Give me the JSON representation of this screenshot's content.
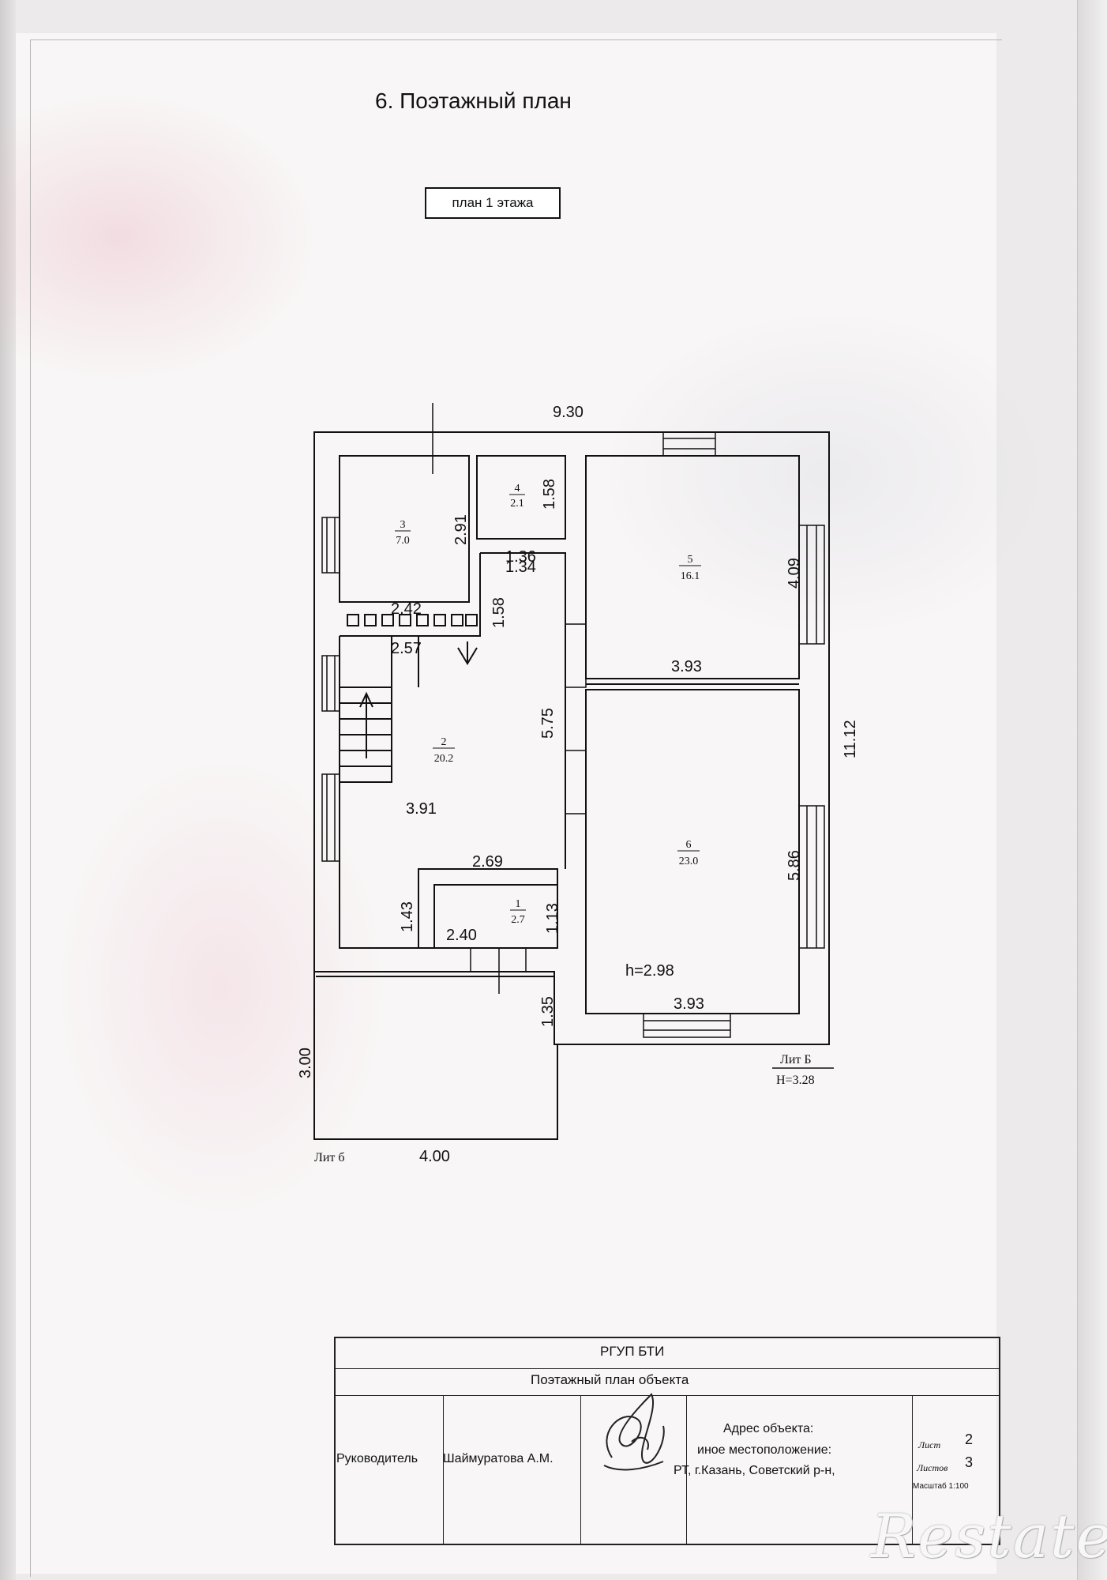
{
  "heading": "6. Поэтажный план",
  "floor_badge": "план 1 этажа",
  "plan": {
    "overall_width": "9.30",
    "overall_height": "11.12",
    "dims": {
      "d_291": "2.91",
      "d_158a": "1.58",
      "d_136": "1.36",
      "d_134": "1.34",
      "d_242": "2.42",
      "d_158b": "1.58",
      "d_257": "2.57",
      "d_409": "4.09",
      "d_393a": "3.93",
      "d_575": "5.75",
      "d_391": "3.91",
      "d_586": "5.86",
      "d_269": "2.69",
      "d_143": "1.43",
      "d_113": "1.13",
      "d_240": "2.40",
      "d_135": "1.35",
      "d_393b": "3.93",
      "d_300": "3.00",
      "d_400": "4.00"
    },
    "height_note": "h=2.98",
    "rooms": [
      {
        "num": "1",
        "area": "2.7"
      },
      {
        "num": "2",
        "area": "20.2"
      },
      {
        "num": "3",
        "area": "7.0"
      },
      {
        "num": "4",
        "area": "2.1"
      },
      {
        "num": "5",
        "area": "16.1"
      },
      {
        "num": "6",
        "area": "23.0"
      }
    ],
    "lit_main": "Лит Б",
    "lit_main_height": "Н=3.28",
    "lit_annex": "Лит б"
  },
  "stamp": {
    "org": "РГУП БТИ",
    "doc_title": "Поэтажный план объекта",
    "role": "Руководитель",
    "person": "Шаймуратова А.М.",
    "address_title": "Адрес объекта:",
    "address_line1": "иное местоположение:",
    "address_line2": "РТ, г.Казань, Советский р-н,",
    "sheet_label": "Лист",
    "sheet_value": "2",
    "sheets_label": "Листов",
    "sheets_value": "3",
    "scale": "Масштаб 1:100"
  },
  "watermark": "Restate"
}
